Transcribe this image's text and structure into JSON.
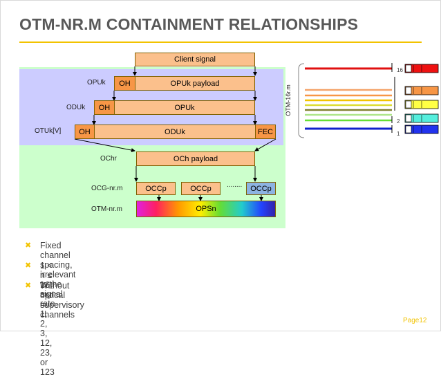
{
  "title": "OTM-NR.M CONTAINMENT RELATIONSHIPS",
  "diagram": {
    "client_signal": "Client signal",
    "opuk_label": "OPUk",
    "opuk_oh": "OH",
    "opuk_payload": "OPUk payload",
    "oduk_label": "ODUk",
    "oduk_oh": "OH",
    "oduk_body": "OPUk",
    "otuk_label": "OTUk[V]",
    "otuk_oh": "OH",
    "otuk_body": "ODUk",
    "otuk_fec": "FEC",
    "ochr_label": "OChr",
    "och_payload": "OCh payload",
    "ocg_label": "OCG-nr.m",
    "occp_1": "OCCp",
    "occp_2": "OCCp",
    "occp_dots": "........",
    "occp_3": "OCCp",
    "otm_label": "OTM-nr.m",
    "opsn": "OPSn"
  },
  "side": {
    "otm_vertical": "OTM-16r.m",
    "n16": "16",
    "n2": "2",
    "n1": "1"
  },
  "bullets": [
    "Fixed channel spacing, irrelevant to the signal rate",
    "1 < n ≤ 16; m = 1, 2, 3, 12, 23, or 123",
    "Without optical supervisory channels"
  ],
  "page": "Page12",
  "colors": {
    "accent": "#f2c300",
    "green_panel": "#ccffcc",
    "lavender_panel": "#ccccff",
    "oh_orange": "#f79646",
    "box_light_orange": "#fbc08c"
  }
}
